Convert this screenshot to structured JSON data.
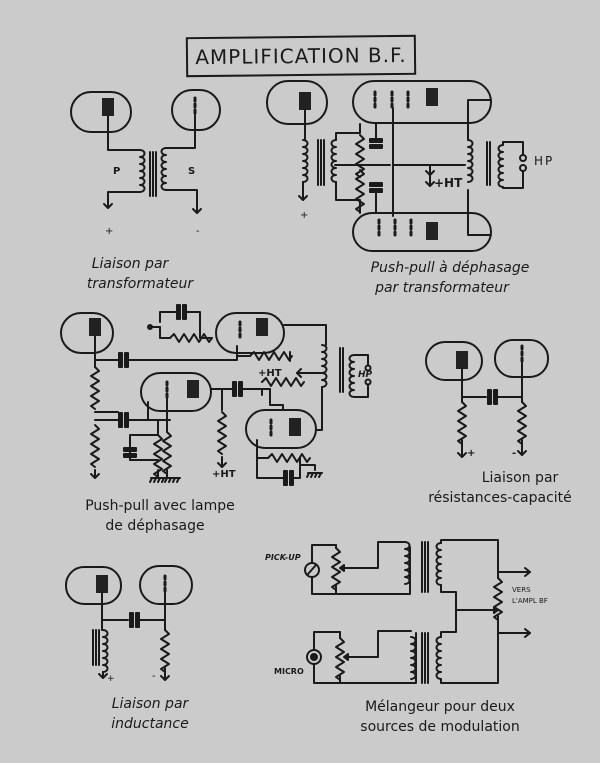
{
  "title": "AMPLIFICATION B.F.",
  "diagrams": [
    {
      "id": "transformer-coupling",
      "caption_line1": "Liaison par",
      "caption_line2": "transformateur",
      "labels": {
        "primary": "P",
        "secondary": "S",
        "plus": "+",
        "minus": "-"
      }
    },
    {
      "id": "push-pull-transformer-phase",
      "caption_line1": "Push-pull à déphasage",
      "caption_line2": "par transformateur",
      "labels": {
        "ht": "+HT",
        "speaker": "HP",
        "plus": "+"
      }
    },
    {
      "id": "push-pull-phase-lamp",
      "caption_line1": "Push-pull avec lampe",
      "caption_line2": "de déphasage",
      "labels": {
        "ht_top": "+HT",
        "ht_bottom": "+HT",
        "speaker": "HP"
      }
    },
    {
      "id": "rc-coupling",
      "caption_line1": "Liaison par",
      "caption_line2": "résistances-capacité",
      "labels": {
        "plus": "+",
        "minus": "-"
      }
    },
    {
      "id": "inductance-coupling",
      "caption_line1": "Liaison par",
      "caption_line2": "inductance",
      "labels": {
        "plus": "+",
        "minus": "-"
      }
    },
    {
      "id": "mixer",
      "caption_line1": "Mélangeur pour deux",
      "caption_line2": "sources de modulation",
      "labels": {
        "pickup": "PICK-UP",
        "micro": "MICRO",
        "output_line1": "VERS",
        "output_line2": "L'AMPL BF"
      }
    }
  ]
}
